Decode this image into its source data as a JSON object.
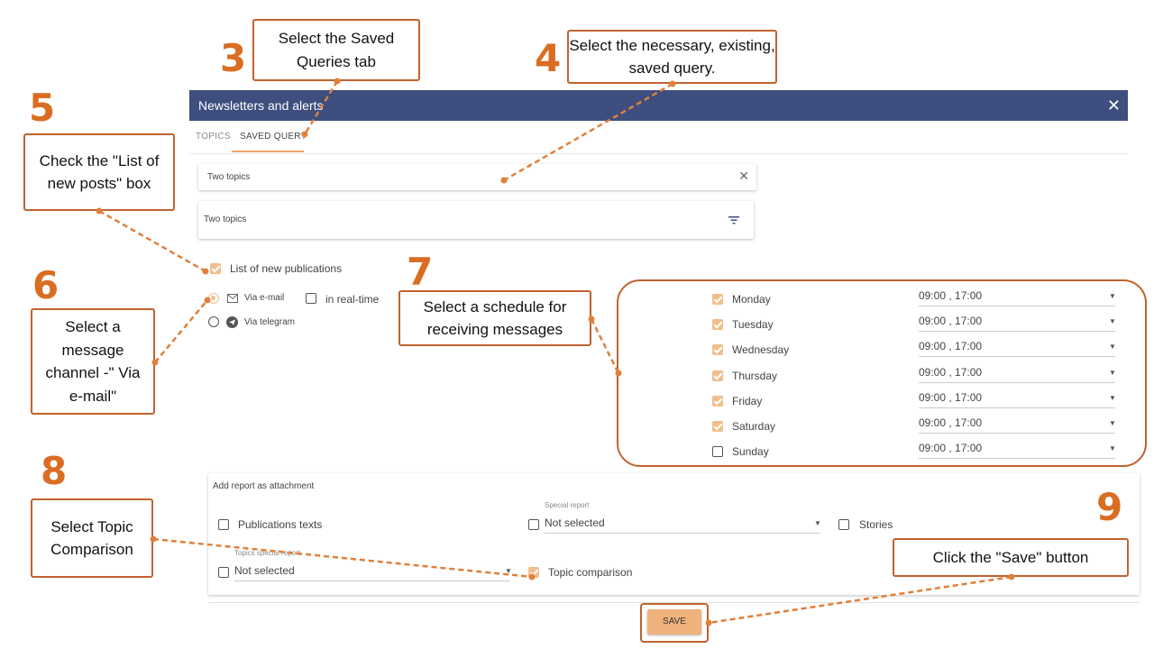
{
  "app": {
    "title": "Newsletters and alerts",
    "close": "✕"
  },
  "tabs": [
    {
      "label": "TOPICS"
    },
    {
      "label": "SAVED QUERY"
    }
  ],
  "query": {
    "selected": "Two topics",
    "clear": "✕",
    "filter_value": "Two topics"
  },
  "publications": {
    "list_label": "List of new publications"
  },
  "channels": {
    "email": "Via e-mail",
    "realtime": "in real-time",
    "telegram": "Via telegram"
  },
  "schedule": [
    {
      "day": "Monday",
      "times": "09:00 , 17:00",
      "checked": true
    },
    {
      "day": "Tuesday",
      "times": "09:00 , 17:00",
      "checked": true
    },
    {
      "day": "Wednesday",
      "times": "09:00 , 17:00",
      "checked": true
    },
    {
      "day": "Thursday",
      "times": "09:00 , 17:00",
      "checked": true
    },
    {
      "day": "Friday",
      "times": "09:00 , 17:00",
      "checked": true
    },
    {
      "day": "Saturday",
      "times": "09:00 , 17:00",
      "checked": true
    },
    {
      "day": "Sunday",
      "times": "09:00 , 17:00",
      "checked": false
    }
  ],
  "report": {
    "title": "Add report as attachment",
    "publications_texts": "Publications texts",
    "special_report_label": "Special report",
    "special_report_value": "Not selected",
    "stories": "Stories",
    "topics_special_report_label": "Topics special report",
    "topics_special_report_value": "Not selected",
    "topic_comparison": "Topic comparison"
  },
  "save_label": "SAVE",
  "callouts": {
    "c3": {
      "num": "3",
      "text": "Select the Saved Queries tab"
    },
    "c4": {
      "num": "4",
      "text": "Select the necessary, existing, saved query."
    },
    "c5": {
      "num": "5",
      "text": "Check the \"List of new posts\" box"
    },
    "c6": {
      "num": "6",
      "text": "Select a message channel -\" Via e-mail\""
    },
    "c7": {
      "num": "7",
      "text": "Select a schedule for receiving messages"
    },
    "c8": {
      "num": "8",
      "text": "Select Topic Comparison"
    },
    "c9": {
      "num": "9",
      "text": "Click the \"Save\" button"
    }
  },
  "colors": {
    "header": "#3d4e7f",
    "accent": "#f0be8d",
    "callout_border": "#c0622e",
    "number": "#d96d22"
  }
}
